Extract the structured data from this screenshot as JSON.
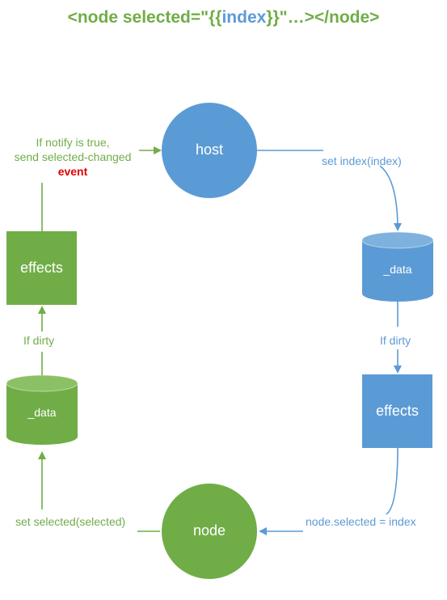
{
  "title": {
    "prefix": "<node selected=\"{{",
    "binding": "index",
    "suffix": "}}\"…></node>"
  },
  "colors": {
    "green": "#70ad47",
    "blue": "#5b9bd5",
    "red": "#e00000"
  },
  "nodes": {
    "host": "host",
    "node": "node",
    "effects_left": "effects",
    "effects_right": "effects",
    "data_left": "_data",
    "data_right": "_data"
  },
  "edges": {
    "notify_line1": "If notify is true,",
    "notify_line2": "send selected-changed",
    "notify_line3": "event",
    "set_index": "set index(index)",
    "if_dirty_right": "If dirty",
    "if_dirty_left": "If dirty",
    "node_selected": "node.selected = index",
    "set_selected": "set selected(selected)"
  }
}
